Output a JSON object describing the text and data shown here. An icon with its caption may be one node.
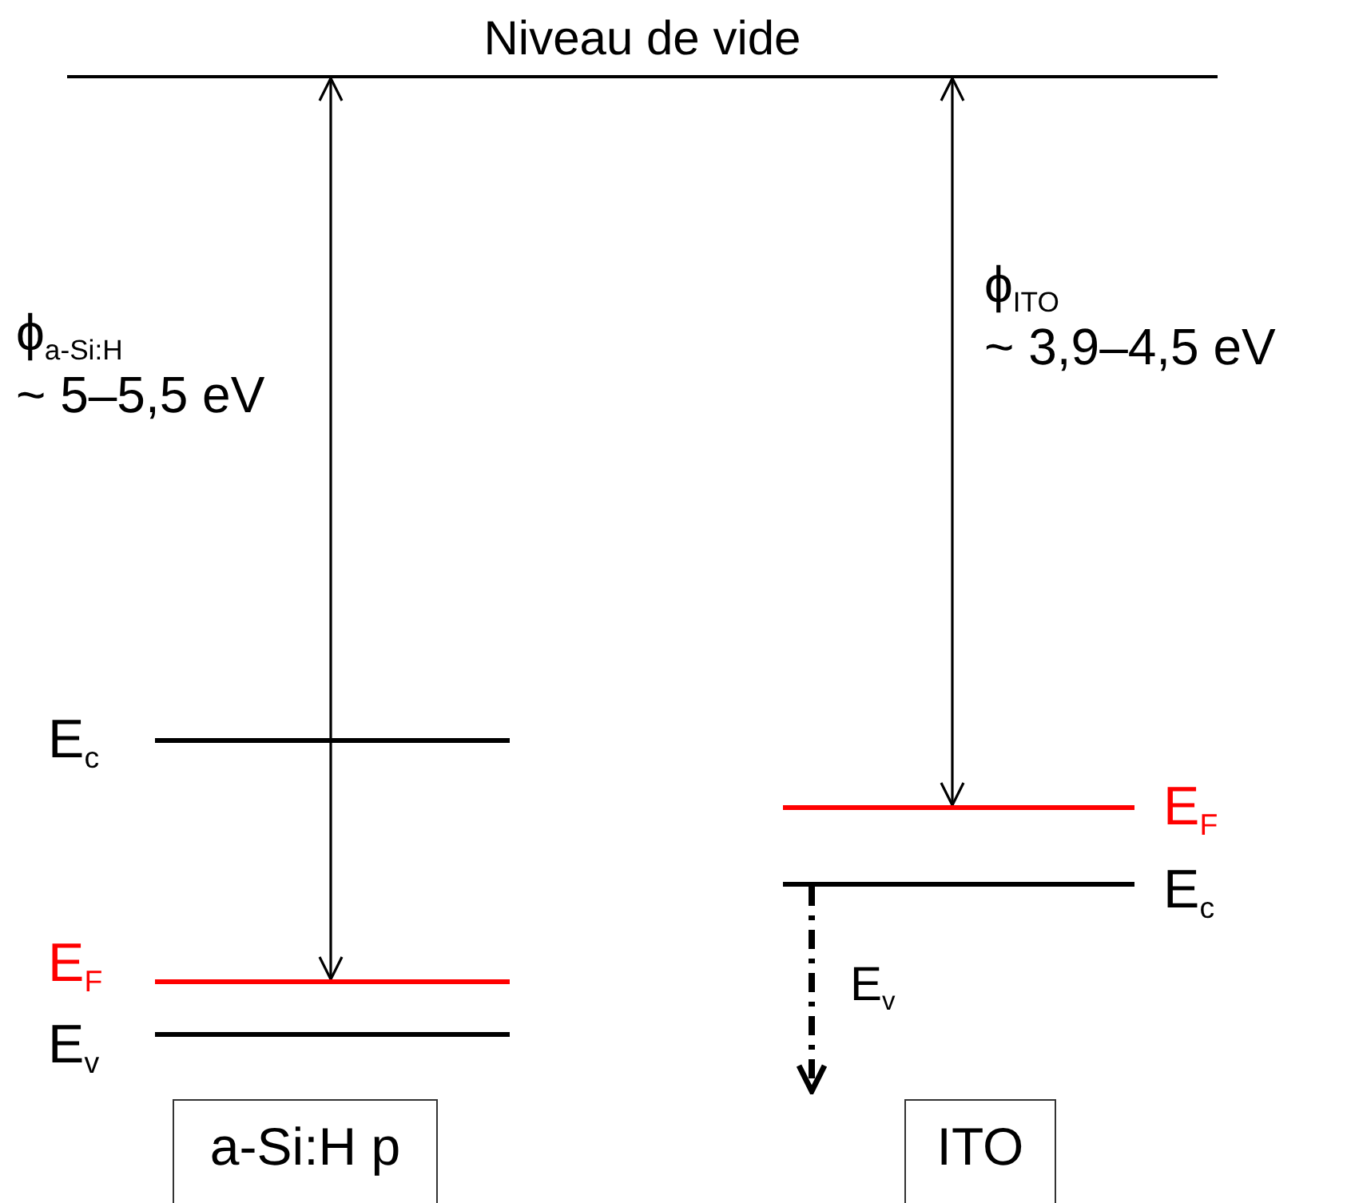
{
  "diagram": {
    "nodes": [
      {
        "text": [
          "Niveau de vide"
        ]
      },
      {
        "text": [],
        "shape": "bar",
        "beside": [
          "E$_{c}$"
        ]
      },
      {
        "text": [],
        "shape": "bar",
        "beside": [
          "E$_{F}$"
        ]
      },
      {
        "text": [],
        "shape": "bar",
        "beside": [
          "E$_{v}$"
        ]
      },
      {
        "text": [],
        "shape": "bar",
        "beside": [
          "E$_{F}$"
        ]
      },
      {
        "text": [],
        "shape": "bar",
        "beside": [
          "E$_{c}$"
        ]
      },
      {
        "text": [
          "a-Si:H p"
        ]
      },
      {
        "text": [
          "ITO"
        ]
      }
    ],
    "edges": [
      {
        "from": 0,
        "to": 2,
        "arrow": "both",
        "label": "ϕ$_{a-Si:H}$ ~ 5–5,5 eV"
      },
      {
        "from": 0,
        "to": 4,
        "arrow": "both",
        "label": "ϕ$_{ITO}$ ~ 3,9–4,5 eV"
      },
      {
        "from": 5,
        "to": null,
        "arrow": "to",
        "style": "dashed",
        "label": "E$_{v}$"
      }
    ]
  }
}
